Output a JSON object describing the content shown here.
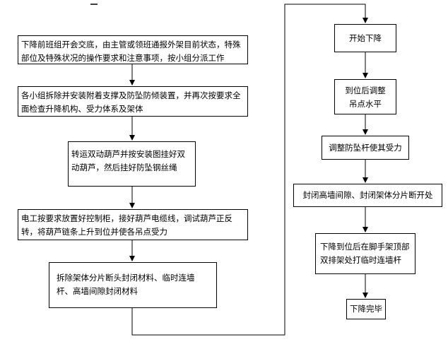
{
  "left_flow": [
    "下降前班组开会交底，由主管或领班通报外架目前状态，特殊部位及特殊状况的操作要求和注意事项，按小组分派工作",
    "各小组拆除并安装附着支撑及防坠防倾装置，并再次按要求全面检查升降机构、受力体系及架体",
    "转运双动葫芦并按安装图挂好双动葫芦，然后挂好防坠钢丝绳",
    "电工按要求放置好控制柜，接好葫芦电缆线，调试葫芦正反转，将葫芦链条上升到位并使各吊点受力",
    "拆除架体分片断头封闭材料、临时连墙杆、高墙间隙封闭材料"
  ],
  "right_flow": [
    "开始下降",
    "到位后调整吊点水平",
    "调整防坠杆使其受力",
    "封闭高墙间隙、封闭架体分片断开处",
    "下降到位后在脚手架顶部双排架处打临时连墙杆",
    "下降完毕"
  ]
}
